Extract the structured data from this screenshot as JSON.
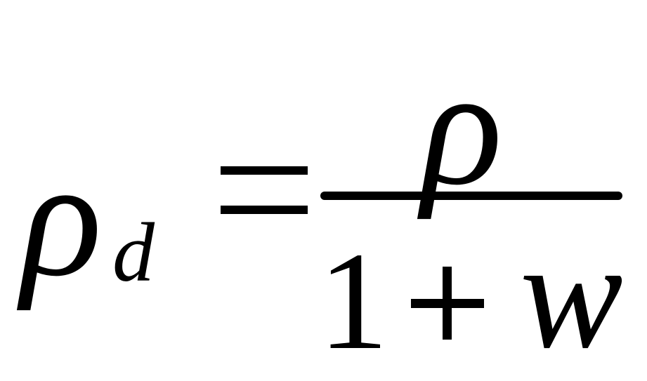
{
  "formula": {
    "lhs": {
      "symbol": "ρ",
      "subscript": "d"
    },
    "operator": "=",
    "fraction": {
      "numerator": "ρ",
      "denominator": {
        "constant": "1",
        "operator": "+",
        "variable": "w"
      }
    }
  },
  "colors": {
    "ink": "#000000",
    "background": "#ffffff"
  }
}
